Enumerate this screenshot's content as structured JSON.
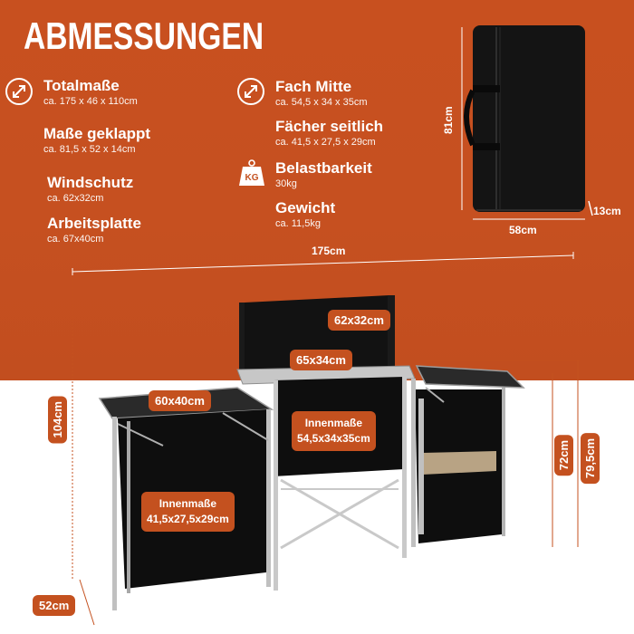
{
  "title": "ABMESSUNGEN",
  "specs": {
    "totalmasse": {
      "label": "Totalmaße",
      "value": "ca. 175 x 46 x 110cm"
    },
    "masse_geklappt": {
      "label": "Maße geklappt",
      "value": "ca. 81,5 x 52 x 14cm"
    },
    "windschutz": {
      "label": "Windschutz",
      "value": "ca. 62x32cm"
    },
    "arbeitsplatte": {
      "label": "Arbeitsplatte",
      "value": "ca. 67x40cm"
    },
    "fach_mitte": {
      "label": "Fach Mitte",
      "value": "ca. 54,5 x 34 x 35cm"
    },
    "faecher_seitlich": {
      "label": "Fächer seitlich",
      "value": "ca. 41,5 x 27,5 x 29cm"
    },
    "belastbarkeit": {
      "label": "Belastbarkeit",
      "value": "30kg"
    },
    "gewicht": {
      "label": "Gewicht",
      "value": "ca. 11,5kg"
    }
  },
  "icons": {
    "kg_label": "KG"
  },
  "bag_dims": {
    "height": "81cm",
    "width": "58cm",
    "depth": "13cm"
  },
  "table_dims": {
    "total_width": "175cm",
    "height_total": "104cm",
    "windscreen": "62x32cm",
    "middle_top": "65x34cm",
    "left_top": "60x40cm",
    "middle_inner_label": "Innenmaße",
    "middle_inner_value": "54,5x34x35cm",
    "side_inner_label": "Innenmaße",
    "side_inner_value": "41,5x27,5x29cm",
    "side_height": "72cm",
    "right_height": "79,5cm",
    "depth": "52cm"
  },
  "colors": {
    "brand_orange": "#c4511f",
    "background_top": "#c8501f",
    "product": "#111111",
    "frame": "#b9b9b9"
  }
}
